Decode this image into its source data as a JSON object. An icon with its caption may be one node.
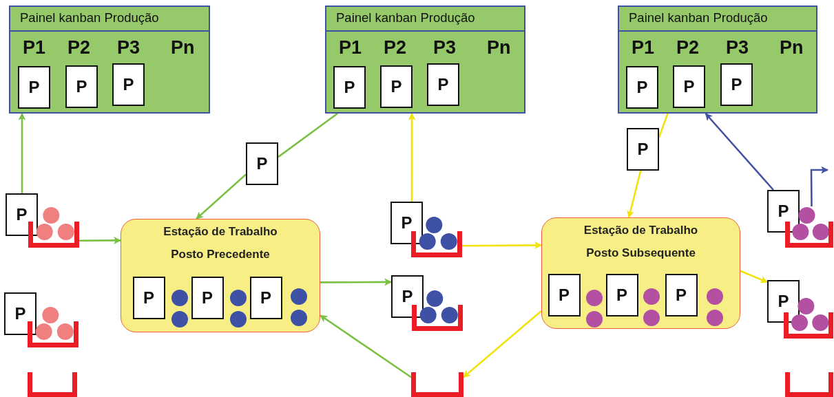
{
  "diagram": {
    "nodes": [
      {
        "text": [
          "Painel kanban Produção",
          "P1",
          "P2",
          "P3",
          "Pn"
        ]
      },
      {
        "text": [
          "P"
        ],
        "in": 0
      },
      {
        "text": [
          "P"
        ],
        "in": 0
      },
      {
        "text": [
          "P"
        ],
        "in": 0
      },
      {
        "text": [
          "Painel kanban Produção",
          "P1",
          "P2",
          "P3",
          "Pn"
        ]
      },
      {
        "text": [
          "P"
        ],
        "in": 4
      },
      {
        "text": [
          "P"
        ],
        "in": 4
      },
      {
        "text": [
          "P"
        ],
        "in": 4
      },
      {
        "text": [
          "Painel kanban Produção",
          "P1",
          "P2",
          "P3",
          "Pn"
        ]
      },
      {
        "text": [
          "P"
        ],
        "in": 8
      },
      {
        "text": [
          "P"
        ],
        "in": 8
      },
      {
        "text": [
          "P"
        ],
        "in": 8
      },
      {
        "text": [
          "P"
        ]
      },
      {
        "text": [
          "P"
        ]
      },
      {
        "text": [
          "Estação de Trabalho",
          "Posto Precedente"
        ]
      },
      {
        "text": [
          "P"
        ],
        "in": 14
      },
      {
        "text": [
          "P"
        ],
        "in": 14
      },
      {
        "text": [
          "P"
        ],
        "in": 14
      },
      {
        "text": [
          "Estação de Trabalho",
          "Posto Subsequente"
        ]
      },
      {
        "text": [
          "P"
        ],
        "in": 18
      },
      {
        "text": [
          "P"
        ],
        "in": 18
      },
      {
        "text": [
          "P"
        ],
        "in": 18
      },
      {
        "text": [
          "P"
        ]
      },
      {
        "text": [],
        "shape": "bin"
      },
      {
        "text": [
          "P"
        ]
      },
      {
        "text": [],
        "shape": "bin"
      },
      {
        "text": [],
        "shape": "bin"
      },
      {
        "text": [
          "P"
        ]
      },
      {
        "text": [],
        "shape": "bin"
      },
      {
        "text": [
          "P"
        ]
      },
      {
        "text": [],
        "shape": "bin"
      },
      {
        "text": [],
        "shape": "bin"
      },
      {
        "text": [
          "P"
        ]
      },
      {
        "text": [],
        "shape": "bin"
      },
      {
        "text": [
          "P"
        ]
      },
      {
        "text": [],
        "shape": "bin"
      },
      {
        "text": [],
        "shape": "bin"
      }
    ],
    "edges": [
      {
        "from": 22,
        "to": 0,
        "arrow": "to",
        "color": "#7ac143"
      },
      {
        "from": 23,
        "to": 14,
        "arrow": "to",
        "color": "#7ac143"
      },
      {
        "from": 4,
        "to": 12,
        "arrow": "none",
        "color": "#7ac143"
      },
      {
        "from": 12,
        "to": 14,
        "arrow": "to",
        "color": "#7ac143"
      },
      {
        "from": 14,
        "to": 29,
        "arrow": "to",
        "color": "#7ac143"
      },
      {
        "from": 31,
        "to": 14,
        "arrow": "to",
        "color": "#7ac143"
      },
      {
        "from": 27,
        "to": 4,
        "arrow": "to",
        "color": "#f2e20c"
      },
      {
        "from": 28,
        "to": 18,
        "arrow": "to",
        "color": "#f2e20c"
      },
      {
        "from": 8,
        "to": 13,
        "arrow": "none",
        "color": "#f2e20c"
      },
      {
        "from": 13,
        "to": 18,
        "arrow": "to",
        "color": "#f2e20c"
      },
      {
        "from": 18,
        "to": 31,
        "arrow": "to",
        "color": "#f2e20c"
      },
      {
        "from": 18,
        "to": 34,
        "arrow": "to",
        "color": "#f2e20c"
      },
      {
        "from": 32,
        "to": 8,
        "arrow": "to",
        "color": "#4352a3"
      },
      {
        "from": 33,
        "to": null,
        "arrow": "to",
        "color": "#4352a3"
      }
    ]
  }
}
